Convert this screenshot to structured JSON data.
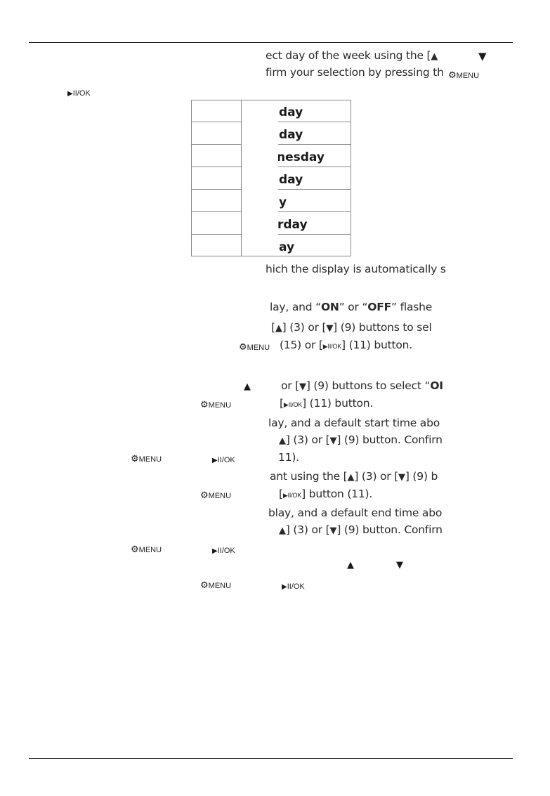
{
  "lines": {
    "l1": "ect day of the week using the [",
    "l2": "firm your selection by pressing th",
    "l3": "hich the display is automatically s",
    "l4a": "lay, and “",
    "l4b": "ON",
    "l4c": "” or “",
    "l4d": "OFF",
    "l4e": "” flashe",
    "l5a": "[",
    "l5b": "] (3) or [",
    "l5c": "] (9) buttons to sel",
    "l6a": "(15) or [",
    "l6b": "] (11) button.",
    "l7a": "or [",
    "l7b": "] (9) buttons to select “",
    "l7c": "OI",
    "l8a": "[",
    "l8b": "] (11) button.",
    "l9": "lay, and a default start time abo",
    "l10a": "] (3) or [",
    "l10b": "] (9) button. Confirn",
    "l11": "11).",
    "l12a": "ant using the [",
    "l12b": "] (3) or [",
    "l12c": "] (9) b",
    "l13a": "[",
    "l13b": "] button (11).",
    "l14": "blay, and a default end time abo",
    "l15a": "] (3) or [",
    "l15b": "] (9) button. Confirn"
  },
  "days": [
    "day",
    "day",
    "nesday",
    "day",
    "y",
    "rday",
    "ay"
  ],
  "icons": {
    "menu_label": "MENU",
    "ok_label": "II/OK",
    "ok_label_small": "II/OK"
  }
}
